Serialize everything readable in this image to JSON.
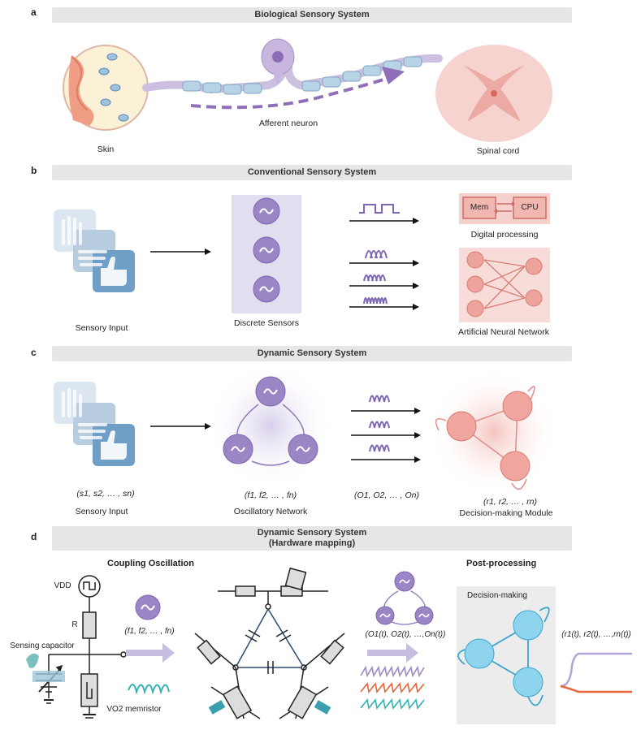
{
  "panels": {
    "a": {
      "label": "a",
      "title": "Biological Sensory System",
      "skin": "Skin",
      "neuron": "Afferent neuron",
      "spinal": "Spinal cord"
    },
    "b": {
      "label": "b",
      "title": "Conventional Sensory System",
      "input": "Sensory Input",
      "sensors": "Discrete Sensors",
      "digital": "Digital processing",
      "mem": "Mem",
      "cpu": "CPU",
      "ann": "Artificial Neural Network"
    },
    "c": {
      "label": "c",
      "title": "Dynamic Sensory System",
      "input_vec": "(s1, s2, … , sn)",
      "input": "Sensory Input",
      "freq_vec": "(f1, f2, … , fn)",
      "osc": "Oscillatory Network",
      "out_vec": "(O1, O2, … , On)",
      "resp_vec": "(r1, r2, … , rn)",
      "decision": "Decision-making Module"
    },
    "d": {
      "label": "d",
      "title_line1": "Dynamic Sensory System",
      "title_line2": "(Hardware mapping)",
      "coupling": "Coupling Oscillation",
      "vdd": "VDD",
      "r": "R",
      "sensing": "Sensing capacitor",
      "memristor": "VO2 memristor",
      "freq_vec": "(f1, f2, … , fn)",
      "out_vec": "(O1(t), O2(t), …,On(t))",
      "post": "Post-processing",
      "decision": "Decision-making",
      "resp_vec": "(r1(t), r2(t), …,rn(t))"
    }
  },
  "colors": {
    "purple": "#8e7bb8",
    "purple_light": "#d9d1ea",
    "pink": "#e58b86",
    "pink_light": "#f6d2cf",
    "blue_skin": "#86a9c9",
    "cyan": "#5bc6e6",
    "cyan_dark": "#3aa6cc",
    "orange": "#e8663a",
    "teal": "#2fb3b3"
  }
}
